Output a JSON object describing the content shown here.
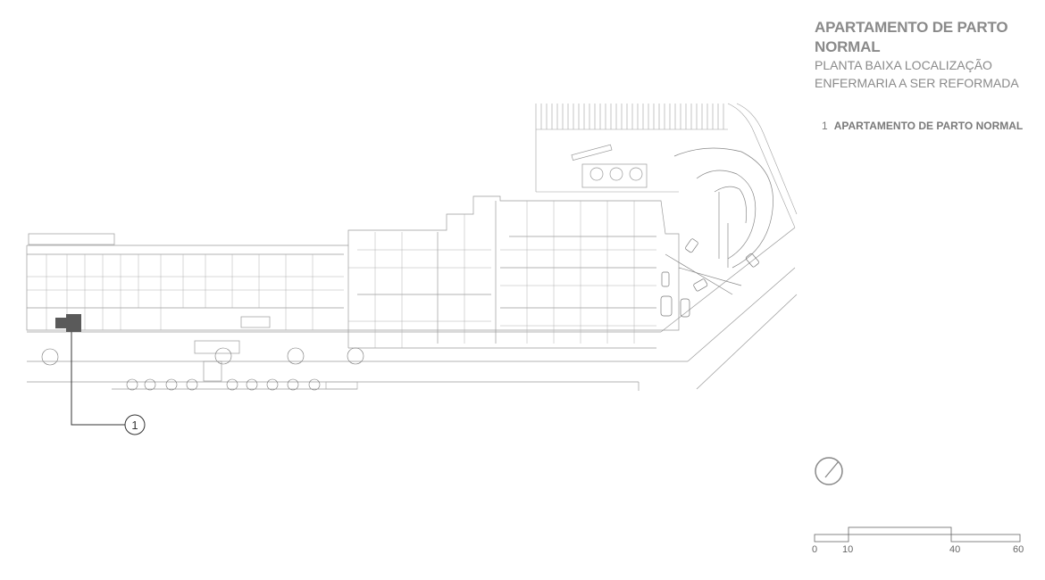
{
  "title": "APARTAMENTO DE PARTO NORMAL",
  "subtitle_line1": "PLANTA BAIXA LOCALIZAÇÃO",
  "subtitle_line2": "ENFERMARIA A SER REFORMADA",
  "legend": {
    "number": "1",
    "label": "APARTAMENTO DE PARTO NORMAL"
  },
  "callout_number": "1",
  "scale_labels": [
    "0",
    "10",
    "40",
    "60"
  ],
  "highlight_color": "#5a5a5a",
  "icons": {
    "north": "north-arrow-icon"
  }
}
